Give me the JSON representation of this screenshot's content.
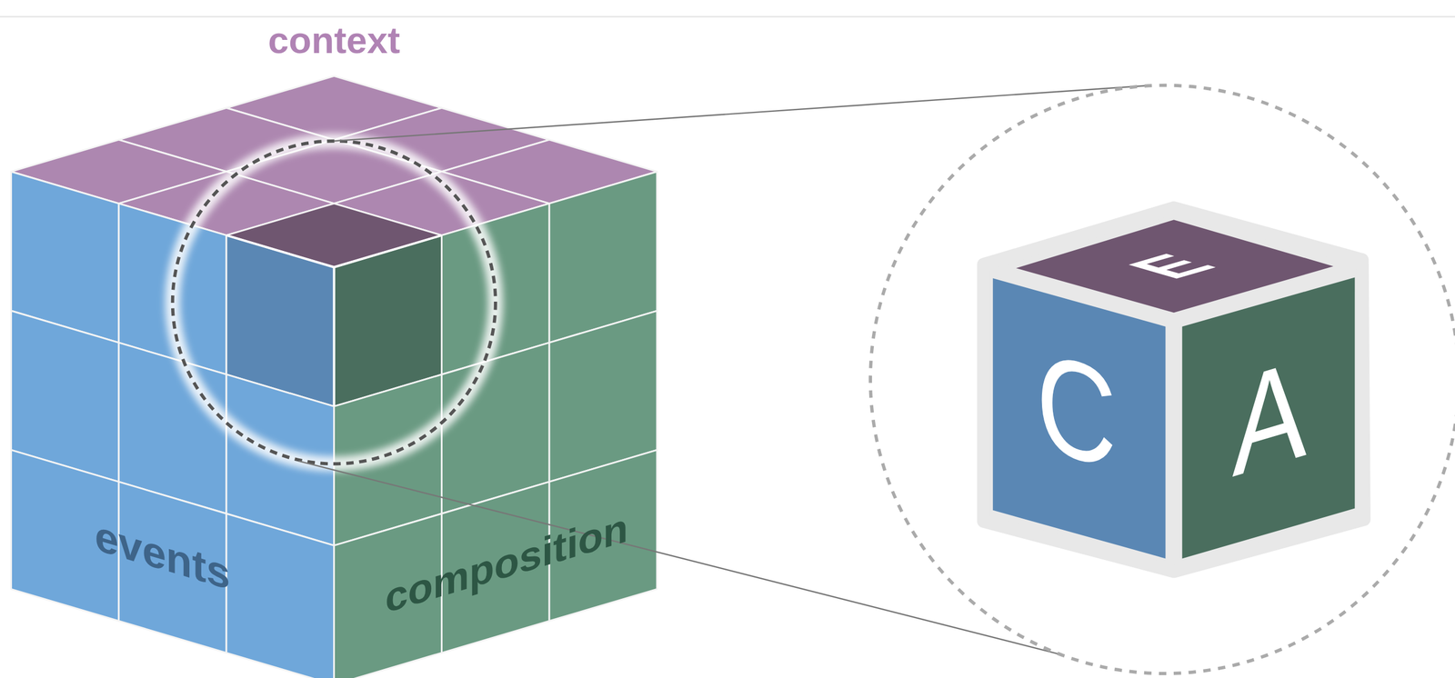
{
  "diagram": {
    "labels": [
      "context",
      "events",
      "composition",
      "E",
      "C",
      "A"
    ]
  }
}
